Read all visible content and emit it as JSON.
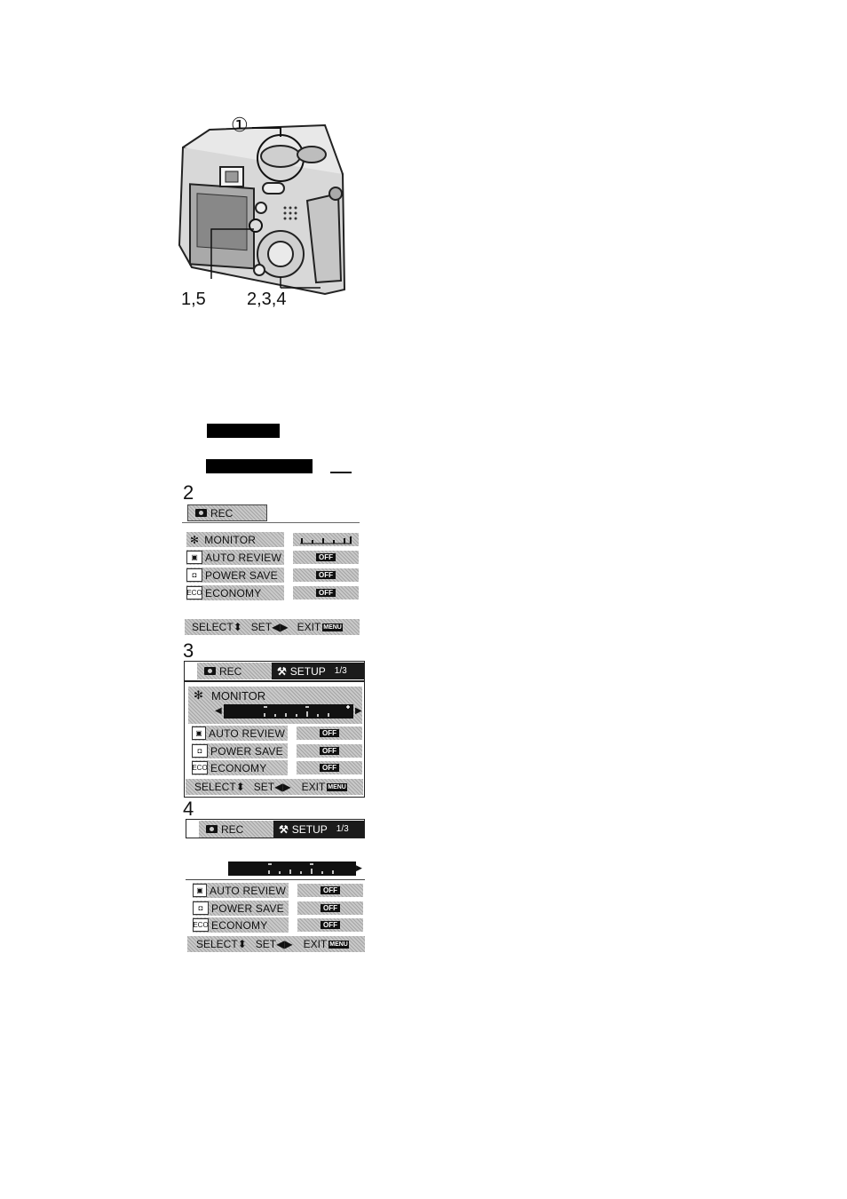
{
  "figure": {
    "callout_circle": "①",
    "label_left": "1,5",
    "label_right": "2,3,4"
  },
  "steps": {
    "s2": "2",
    "s3": "3",
    "s4": "4"
  },
  "screen2": {
    "tab_rec": "REC",
    "rows": [
      {
        "icon": "✻",
        "label": "MONITOR",
        "value": ""
      },
      {
        "icon": "▣",
        "label": "AUTO REVIEW",
        "value": "OFF"
      },
      {
        "icon": "◘",
        "label": "POWER SAVE",
        "value": "OFF"
      },
      {
        "icon": "ECO",
        "label": "ECONOMY",
        "value": "OFF"
      }
    ],
    "bottom": {
      "select": "SELECT",
      "set": "SET",
      "exit": "EXIT",
      "menu": "MENU"
    }
  },
  "screen3": {
    "tab_rec": "REC",
    "tab_setup": "SETUP",
    "page": "1/3",
    "monitor_label": "MONITOR",
    "monitor_icon": "✻",
    "rows": [
      {
        "icon": "▣",
        "label": "AUTO REVIEW",
        "value": "OFF"
      },
      {
        "icon": "◘",
        "label": "POWER SAVE",
        "value": "OFF"
      },
      {
        "icon": "ECO",
        "label": "ECONOMY",
        "value": "OFF"
      }
    ],
    "bottom": {
      "select": "SELECT",
      "set": "SET",
      "exit": "EXIT",
      "menu": "MENU"
    }
  },
  "screen4": {
    "tab_rec": "REC",
    "tab_setup": "SETUP",
    "page": "1/3",
    "rows": [
      {
        "icon": "▣",
        "label": "AUTO REVIEW",
        "value": "OFF"
      },
      {
        "icon": "◘",
        "label": "POWER SAVE",
        "value": "OFF"
      },
      {
        "icon": "ECO",
        "label": "ECONOMY",
        "value": "OFF"
      }
    ],
    "bottom": {
      "select": "SELECT",
      "set": "SET",
      "exit": "EXIT",
      "menu": "MENU"
    }
  }
}
